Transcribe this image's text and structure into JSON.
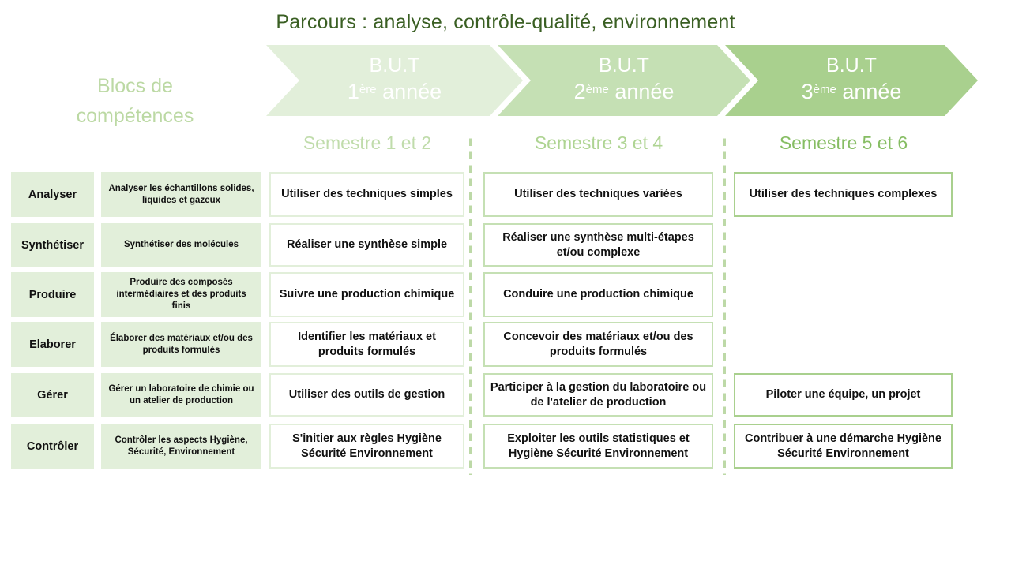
{
  "title": "Parcours : analyse, contrôle-qualité, environnement",
  "blocs_label": "Blocs de\ncompétences",
  "colors": {
    "title": "#3a5f23",
    "year1": "#E2EFDA",
    "year2": "#C5E0B4",
    "year3": "#A9D08E",
    "chip_fill": "#E2EFDA",
    "text": "#111111"
  },
  "arrows": [
    {
      "name": "but-1",
      "line1": "B.U.T",
      "number": "1",
      "ordinal": "ère",
      "unit": "année"
    },
    {
      "name": "but-2",
      "line1": "B.U.T",
      "number": "2",
      "ordinal": "ème",
      "unit": "année"
    },
    {
      "name": "but-3",
      "line1": "B.U.T",
      "number": "3",
      "ordinal": "ème",
      "unit": "année"
    }
  ],
  "semesters": [
    {
      "label": "Semestre 1 et 2"
    },
    {
      "label": "Semestre 3 et 4"
    },
    {
      "label": "Semestre 5 et 6"
    }
  ],
  "rows": [
    {
      "verb": "Analyser",
      "description": "Analyser les échantillons solides, liquides et gazeux",
      "s1": "Utiliser des  techniques simples",
      "s2": "Utiliser des techniques  variées",
      "s3": "Utiliser des  techniques complexes"
    },
    {
      "verb": "Synthétiser",
      "description": "Synthétiser des molécules",
      "s1": "Réaliser une synthèse  simple",
      "s2": "Réaliser une synthèse  multi-étapes et/ou complexe",
      "s3": ""
    },
    {
      "verb": "Produire",
      "description": "Produire des composés intermédiaires et des produits finis",
      "s1": "Suivre une  production chimique",
      "s2": "Conduire une  production chimique",
      "s3": ""
    },
    {
      "verb": "Elaborer",
      "description": "Élaborer des matériaux et/ou des produits formulés",
      "s1": "Identifier les matériaux  et produits formulés",
      "s2": "Concevoir des matériaux  et/ou des produits formulés",
      "s3": ""
    },
    {
      "verb": "Gérer",
      "description": "Gérer un laboratoire de chimie ou un atelier de production",
      "s1": "Utiliser des outils de gestion",
      "s2": "Participer à la gestion du laboratoire ou de l'atelier de production",
      "s3": "Piloter une équipe, un projet"
    },
    {
      "verb": "Contrôler",
      "description": "Contrôler les aspects Hygiène, Sécurité, Environnement",
      "s1": "S'initier aux règles Hygiène Sécurité Environnement",
      "s2": "Exploiter les outils statistiques et Hygiène Sécurité Environnement",
      "s3": "Contribuer à une démarche Hygiène Sécurité Environnement"
    }
  ]
}
